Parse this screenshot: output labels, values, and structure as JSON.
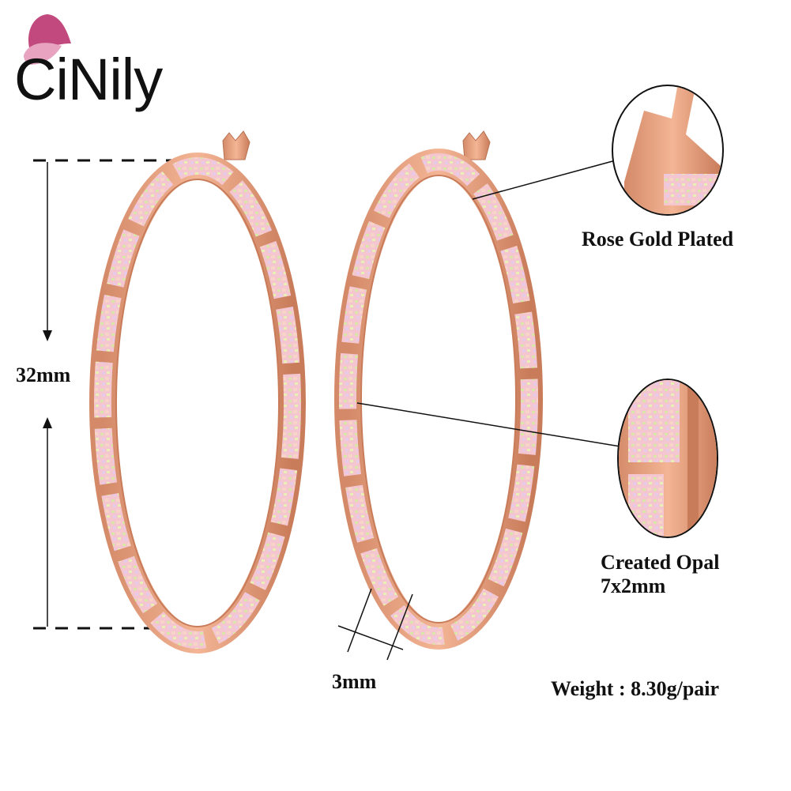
{
  "brand": {
    "name": "CiNily",
    "accent_color": "#c2497d",
    "petal_color": "#e7a3c0"
  },
  "product": {
    "metal_color": "#e8a07f",
    "metal_shadow": "#c97c5a",
    "opal_colors": [
      "#f2b7c6",
      "#f7d3c8",
      "#d9e7a6",
      "#f5c2d3",
      "#e8c9e7"
    ]
  },
  "annotations": {
    "height": "32mm",
    "width": "3mm",
    "plating": "Rose Gold Plated",
    "stone_line1": "Created Opal",
    "stone_line2": "7x2mm",
    "weight": "Weight : 8.30g/pair"
  }
}
